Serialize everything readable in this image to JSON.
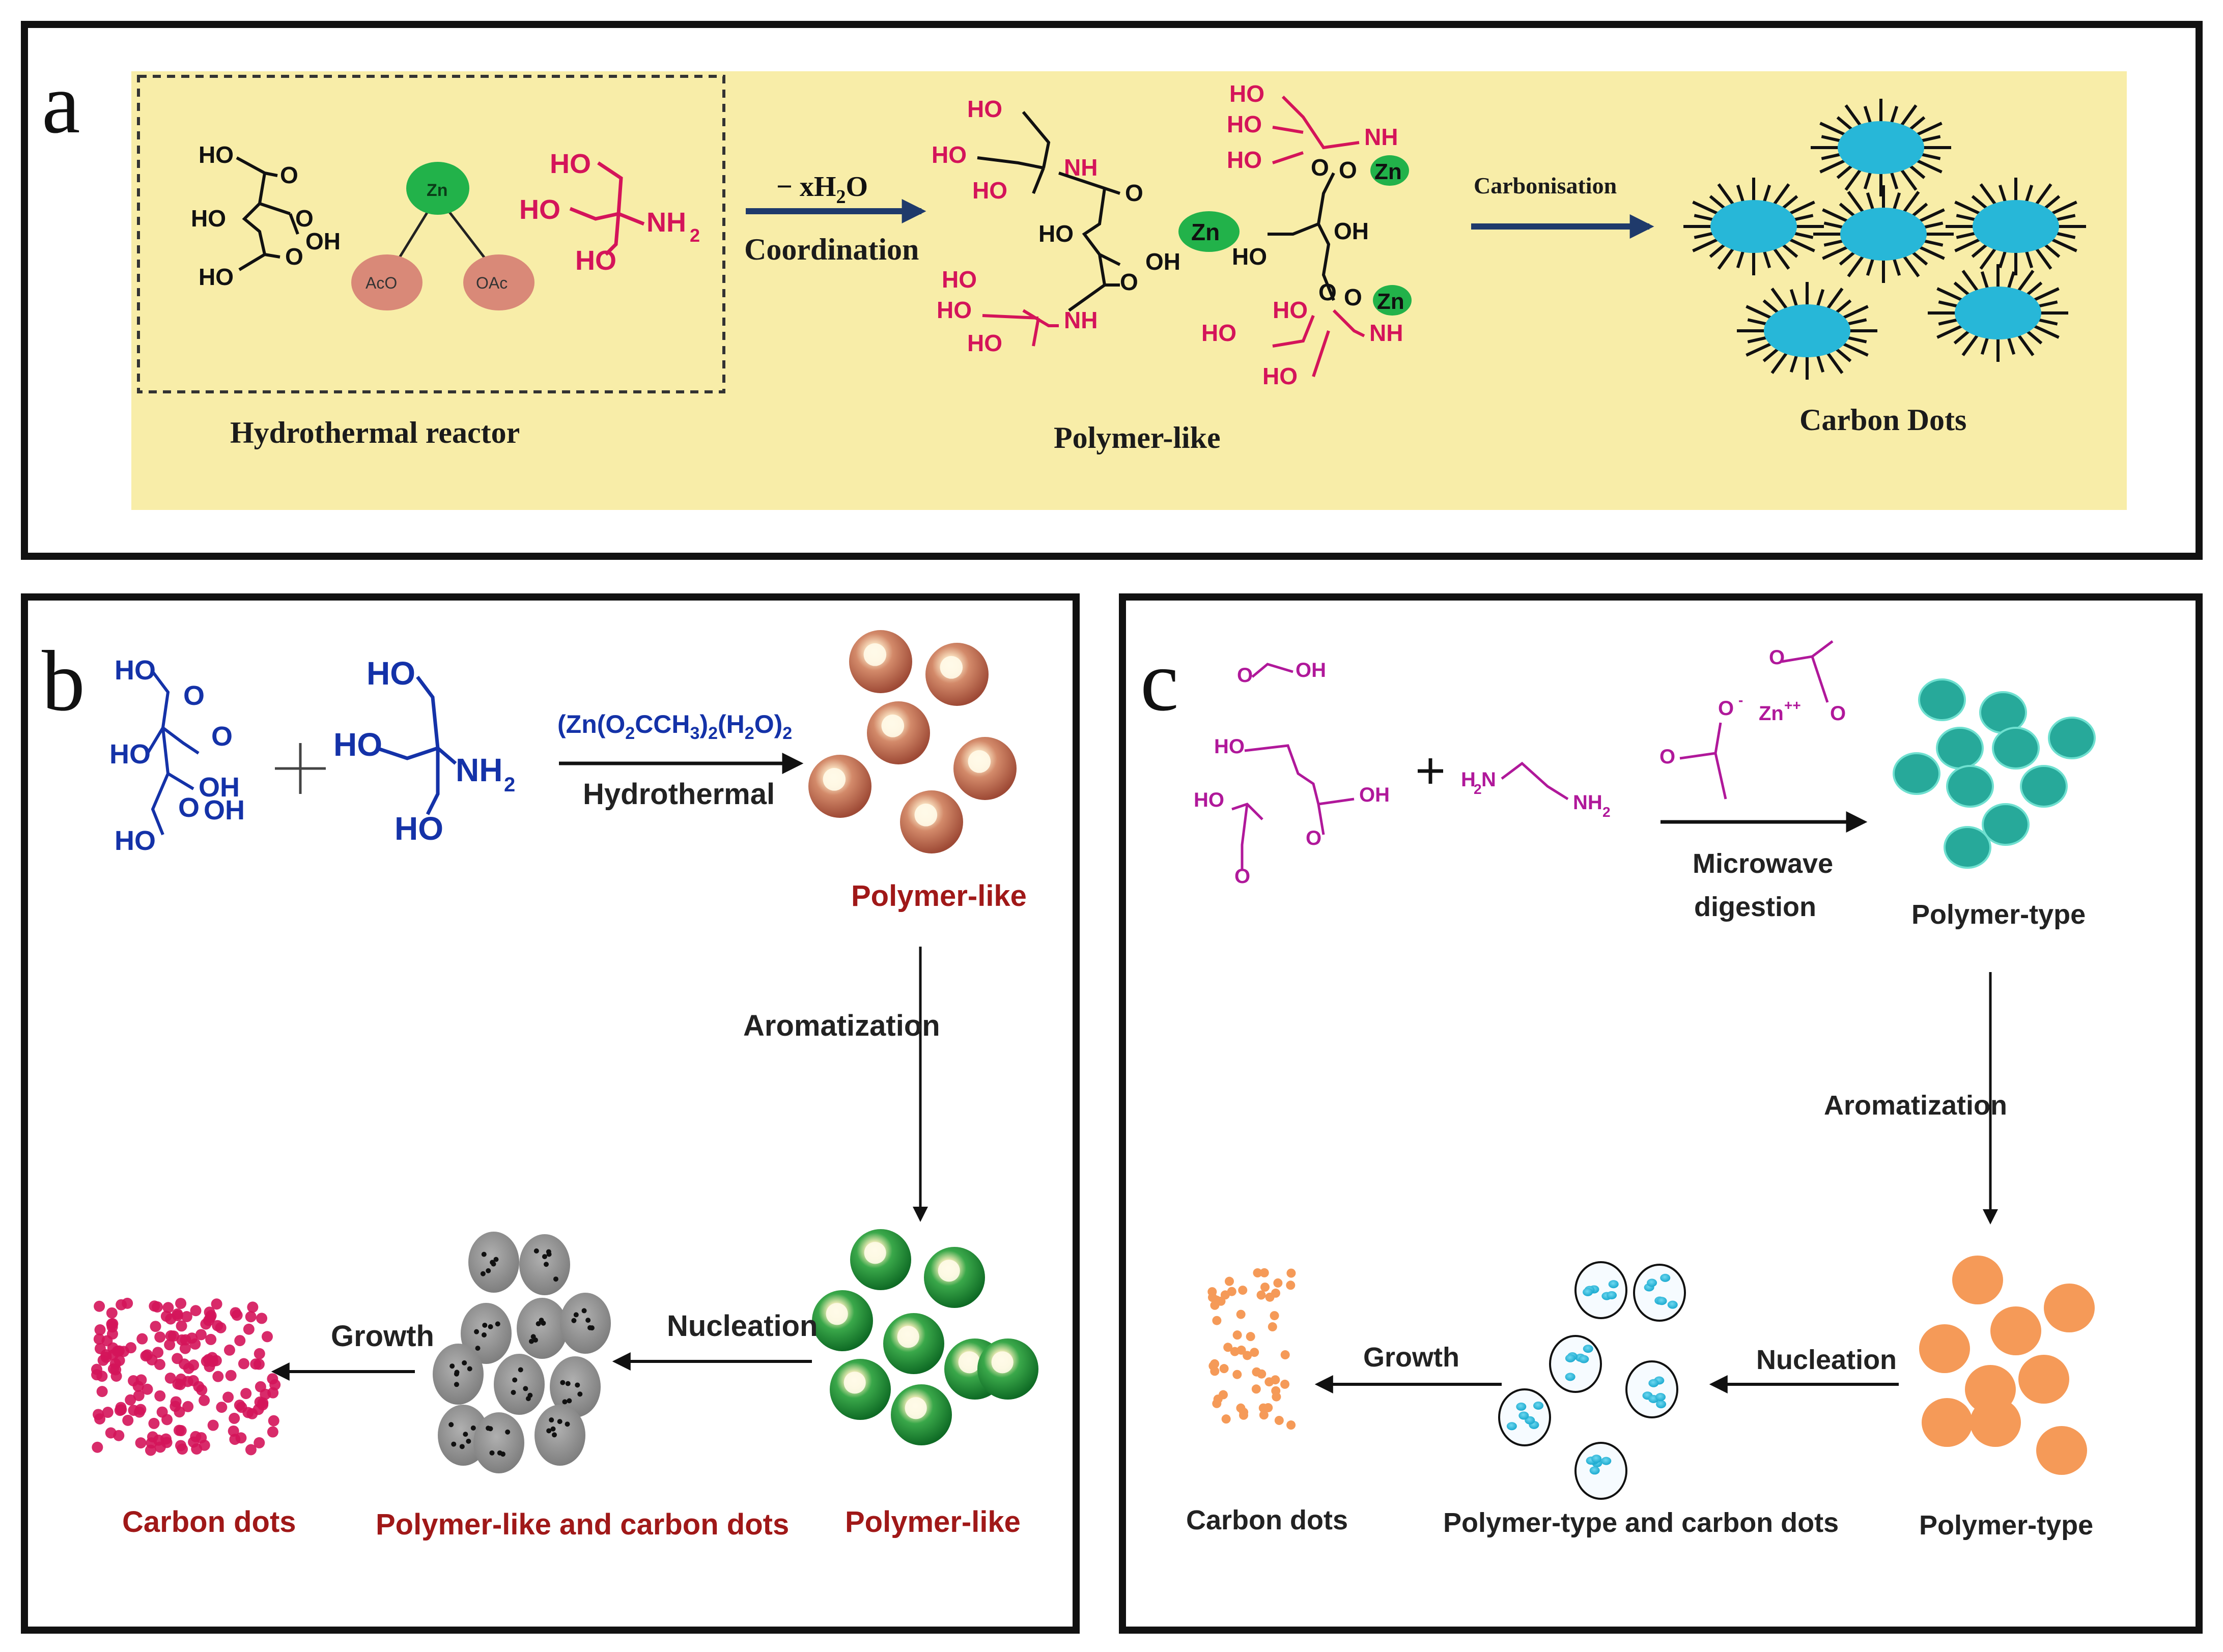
{
  "panels": {
    "a": {
      "letter": "a",
      "reactor_label": "Hydrothermal reactor",
      "arrow1_top": "− xH",
      "arrow1_top_sub": "2",
      "arrow1_top_end": "O",
      "arrow1_bottom": "Coordination",
      "middle_label": "Polymer-like",
      "arrow2_top": "Carbonisation",
      "product_label": "Carbon Dots",
      "zn": "Zn",
      "aco": "AcO",
      "oac": "OAc"
    },
    "b": {
      "letter": "b",
      "reagent_formula": "(Zn(O",
      "reagent_sub1": "2",
      "reagent_mid": "CCH",
      "reagent_sub2": "3",
      "reagent_mid2": ")",
      "reagent_sub3": "2",
      "reagent_mid3": "(H",
      "reagent_sub4": "2",
      "reagent_mid4": "O)",
      "reagent_sub5": "2",
      "arrow_label": "Hydrothermal",
      "polymer_top": "Polymer-like",
      "aromatization": "Aromatization",
      "polymer_bottom": "Polymer-like",
      "nucleation": "Nucleation",
      "mixed": "Polymer-like and carbon dots",
      "growth": "Growth",
      "carbon_dots": "Carbon dots"
    },
    "c": {
      "letter": "c",
      "arrow_label_1": "Microwave",
      "arrow_label_2": "digestion",
      "polymer_top": "Polymer-type",
      "aromatization": "Aromatization",
      "polymer_bottom": "Polymer-type",
      "nucleation": "Nucleation",
      "mixed": "Polymer-type and carbon dots",
      "growth": "Growth",
      "carbon_dots": "Carbon dots",
      "zn": "Zn",
      "zn_charge": "++"
    }
  },
  "colors": {
    "yellow_bg": "#f8eda8",
    "navy": "#1f3a6b",
    "magenta": "#d4145a",
    "blue_chem": "#1432a8",
    "purple_chem": "#b0189a",
    "dark_red_label": "#a01818",
    "zn_green": "#22b24a",
    "salmon": "#d98978",
    "cyan_dot": "#27b7d8",
    "teal_dot": "#27a99a",
    "orange_dot": "#f59a58"
  }
}
